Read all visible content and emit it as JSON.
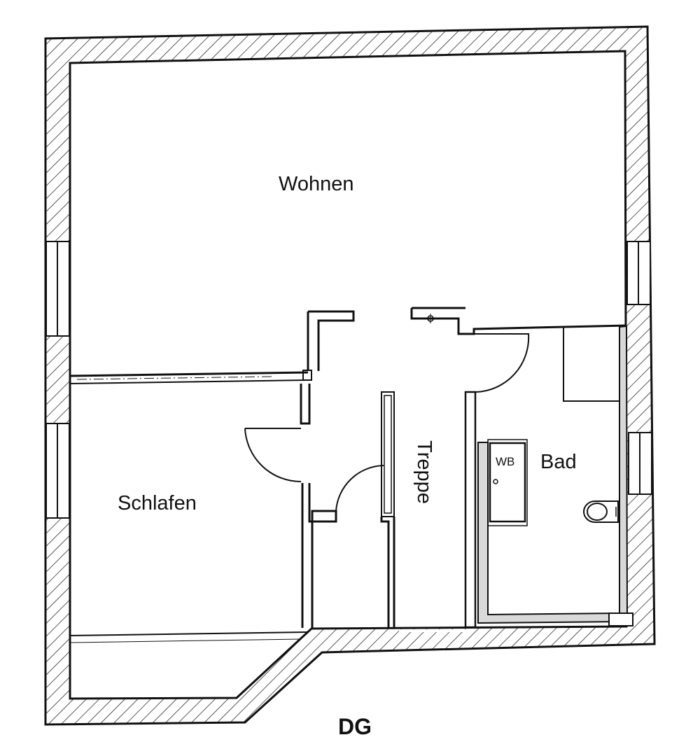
{
  "plan": {
    "title": "DG",
    "rooms": {
      "wohnen": "Wohnen",
      "schlafen": "Schlafen",
      "treppe": "Treppe",
      "bad": "Bad",
      "wb": "WB"
    }
  },
  "colors": {
    "line": "#111111",
    "tile": "#d9d9d9",
    "background": "#ffffff"
  }
}
